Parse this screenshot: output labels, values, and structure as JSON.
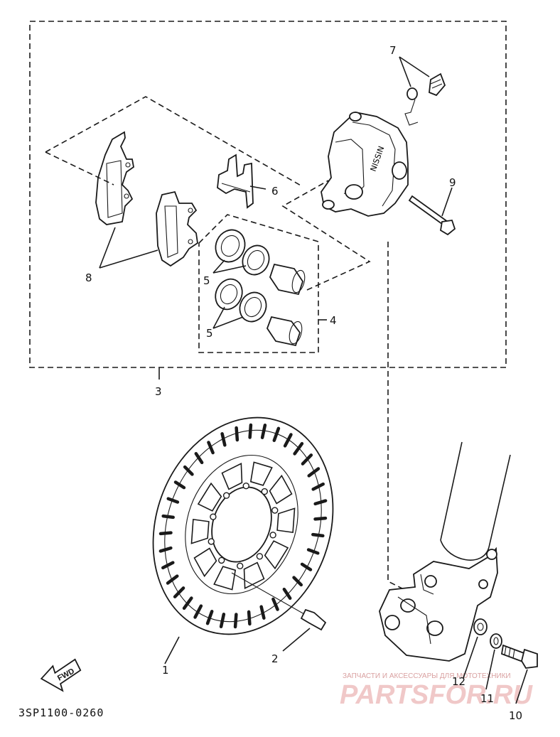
{
  "callouts": {
    "c1": "1",
    "c2": "2",
    "c3": "3",
    "c4": "4",
    "c5a": "5",
    "c5b": "5",
    "c6": "6",
    "c7": "7",
    "c8": "8",
    "c9": "9",
    "c10": "10",
    "c11": "11",
    "c12": "12"
  },
  "drawing_code": "3SP1100-0260",
  "fwd_label": "FWD",
  "caliper_marking": "NISSIN",
  "watermark": {
    "caption": "ЗАПЧАСТИ И АКСЕССУАРЫ ДЛЯ МОТОТЕХНИКИ",
    "logo_text": "PARTSFOR.RU"
  }
}
